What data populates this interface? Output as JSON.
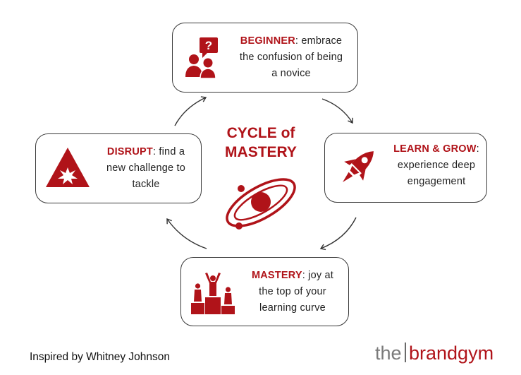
{
  "center": {
    "line1": "CYCLE of",
    "line2": "MASTERY"
  },
  "stages": {
    "beginner": {
      "keyword": "BEGINNER",
      "line1_rest": ": embrace",
      "line2": "the confusion of being",
      "line3": "a novice",
      "icon": "questioning-people-icon"
    },
    "learn": {
      "keyword": "LEARN & GROW",
      "line1_rest": ":",
      "line2": "experience deep",
      "line3": "engagement",
      "icon": "rocket-icon"
    },
    "mastery": {
      "keyword": "MASTERY",
      "line1_rest": ": joy at",
      "line2": "the top of your",
      "line3": "learning curve",
      "icon": "winners-podium-icon"
    },
    "disrupt": {
      "keyword": "DISRUPT",
      "line1_rest": ": find a",
      "line2": "new challenge to",
      "line3": "tackle",
      "icon": "explosion-warning-icon"
    }
  },
  "footer": {
    "credit": "Inspired by Whitney Johnson"
  },
  "logo": {
    "the": "the",
    "brand": "brandgym"
  },
  "colors": {
    "accent": "#b01319",
    "border": "#3a3a3a",
    "text": "#222222"
  }
}
